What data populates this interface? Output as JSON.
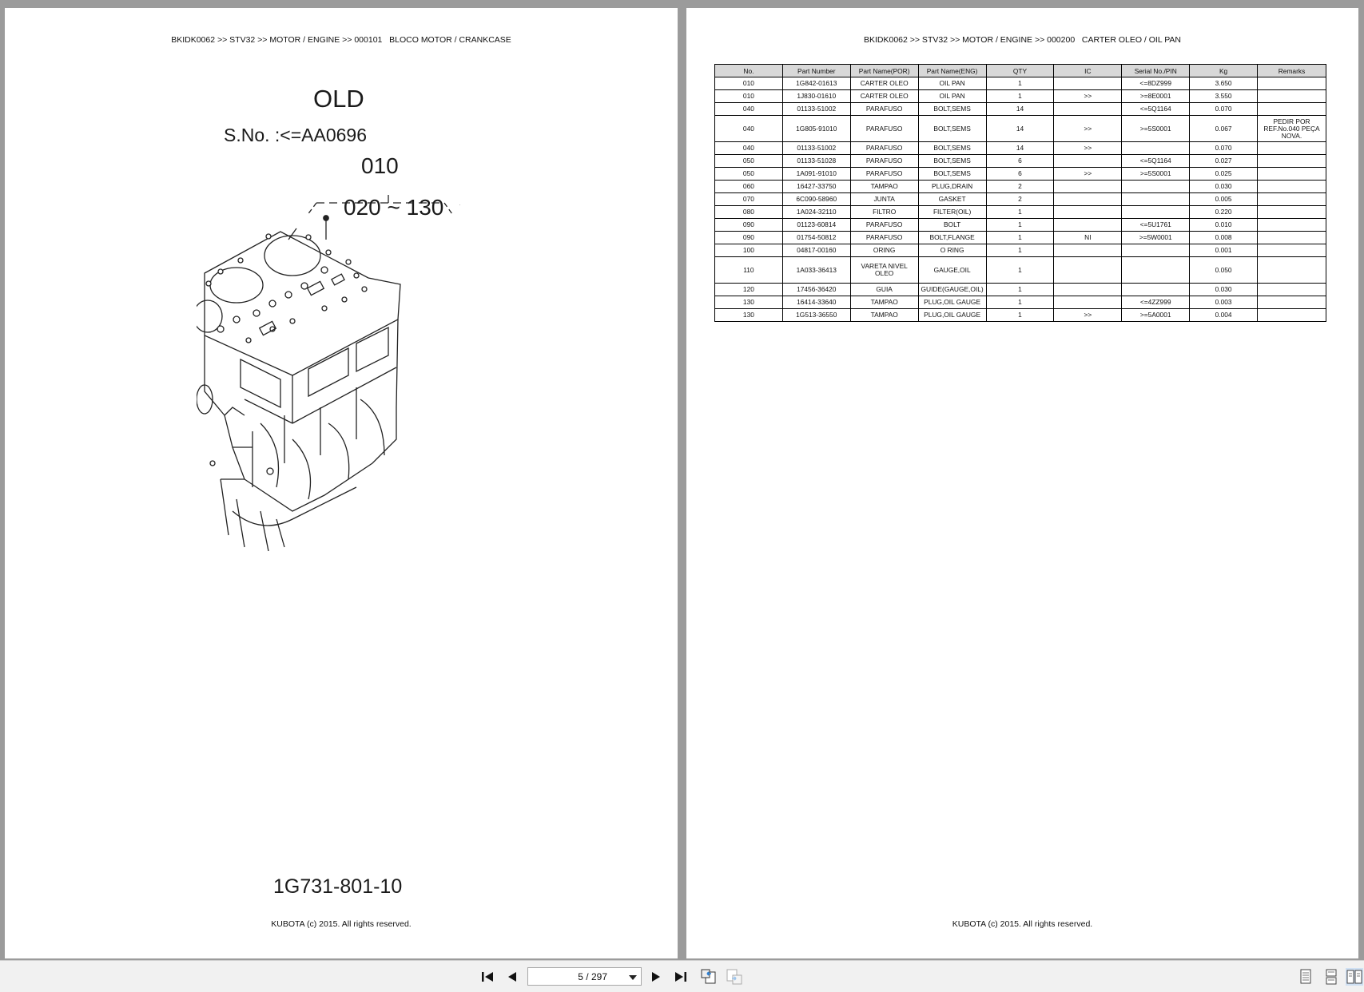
{
  "left_page": {
    "breadcrumb": "BKIDK0062 >> STV32 >> MOTOR / ENGINE >> 000101   BLOCO MOTOR / CRANKCASE",
    "diagram": {
      "old_label": "OLD",
      "serial_label": "S.No. :<=AA0696",
      "ref_main": "010",
      "ref_range": "020 ~ 130",
      "drawing_number": "1G731-801-10"
    },
    "copyright": "KUBOTA (c) 2015. All rights reserved."
  },
  "right_page": {
    "breadcrumb": "BKIDK0062 >> STV32 >> MOTOR / ENGINE >> 000200   CARTER OLEO / OIL PAN",
    "table": {
      "headers": [
        "No.",
        "Part Number",
        "Part Name(POR)",
        "Part Name(ENG)",
        "QTY",
        "IC",
        "Serial No./PIN",
        "Kg",
        "Remarks"
      ],
      "rows": [
        [
          "010",
          "1G842-01613",
          "CARTER OLEO",
          "OIL PAN",
          "1",
          "",
          "<=8DZ999",
          "3.650",
          ""
        ],
        [
          "010",
          "1J830-01610",
          "CARTER OLEO",
          "OIL PAN",
          "1",
          ">>",
          ">=8E0001",
          "3.550",
          ""
        ],
        [
          "040",
          "01133-51002",
          "PARAFUSO",
          "BOLT,SEMS",
          "14",
          "",
          "<=5Q1164",
          "0.070",
          ""
        ],
        [
          "040",
          "1G805-91010",
          "PARAFUSO",
          "BOLT,SEMS",
          "14",
          ">>",
          ">=5S0001",
          "0.067",
          "PEDIR POR REF.No.040 PEÇA NOVA."
        ],
        [
          "040",
          "01133-51002",
          "PARAFUSO",
          "BOLT,SEMS",
          "14",
          ">>",
          "",
          "0.070",
          ""
        ],
        [
          "050",
          "01133-51028",
          "PARAFUSO",
          "BOLT,SEMS",
          "6",
          "",
          "<=5Q1164",
          "0.027",
          ""
        ],
        [
          "050",
          "1A091-91010",
          "PARAFUSO",
          "BOLT,SEMS",
          "6",
          ">>",
          ">=5S0001",
          "0.025",
          ""
        ],
        [
          "060",
          "16427-33750",
          "TAMPAO",
          "PLUG,DRAIN",
          "2",
          "",
          "",
          "0.030",
          ""
        ],
        [
          "070",
          "6C090-58960",
          "JUNTA",
          "GASKET",
          "2",
          "",
          "",
          "0.005",
          ""
        ],
        [
          "080",
          "1A024-32110",
          "FILTRO",
          "FILTER(OIL)",
          "1",
          "",
          "",
          "0.220",
          ""
        ],
        [
          "090",
          "01123-60814",
          "PARAFUSO",
          "BOLT",
          "1",
          "",
          "<=5U1761",
          "0.010",
          ""
        ],
        [
          "090",
          "01754-50812",
          "PARAFUSO",
          "BOLT,FLANGE",
          "1",
          "NI",
          ">=5W0001",
          "0.008",
          ""
        ],
        [
          "100",
          "04817-00160",
          "ORING",
          "O RING",
          "1",
          "",
          "",
          "0.001",
          ""
        ],
        [
          "110",
          "1A033-36413",
          "VARETA NIVEL OLEO",
          "GAUGE,OIL",
          "1",
          "",
          "",
          "0.050",
          ""
        ],
        [
          "120",
          "17456-36420",
          "GUIA",
          "GUIDE(GAUGE,OIL)",
          "1",
          "",
          "",
          "0.030",
          ""
        ],
        [
          "130",
          "16414-33640",
          "TAMPAO",
          "PLUG,OIL GAUGE",
          "1",
          "",
          "<=4ZZ999",
          "0.003",
          ""
        ],
        [
          "130",
          "1G513-36550",
          "TAMPAO",
          "PLUG,OIL GAUGE",
          "1",
          ">>",
          ">=5A0001",
          "0.004",
          ""
        ]
      ],
      "tall_rows": [
        3,
        13
      ]
    },
    "copyright": "KUBOTA (c) 2015. All rights reserved."
  },
  "toolbar": {
    "page_indicator": "5 / 297",
    "icons": {
      "first": "first-page-icon",
      "prev": "previous-page-icon",
      "next": "next-page-icon",
      "last": "last-page-icon",
      "back_view": "previous-view-icon",
      "forward_view": "next-view-icon",
      "single": "single-page-view-icon",
      "continuous": "continuous-view-icon",
      "facing": "facing-pages-view-icon"
    }
  }
}
